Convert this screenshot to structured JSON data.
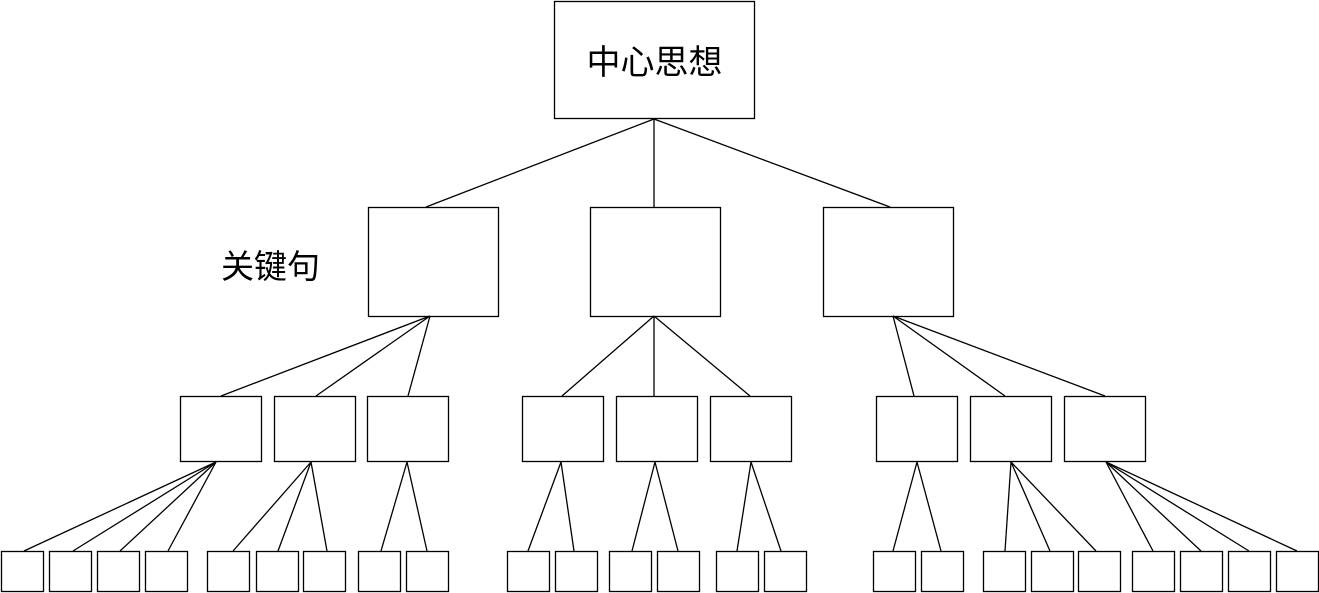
{
  "diagram": {
    "root_label": "中心思想",
    "level1_label": "关键句",
    "structure": {
      "level1_count": 3,
      "level2_per_level1": [
        3,
        3,
        3
      ],
      "leaves_per_level2": [
        4,
        3,
        2,
        2,
        2,
        2,
        2,
        3,
        4
      ]
    }
  }
}
